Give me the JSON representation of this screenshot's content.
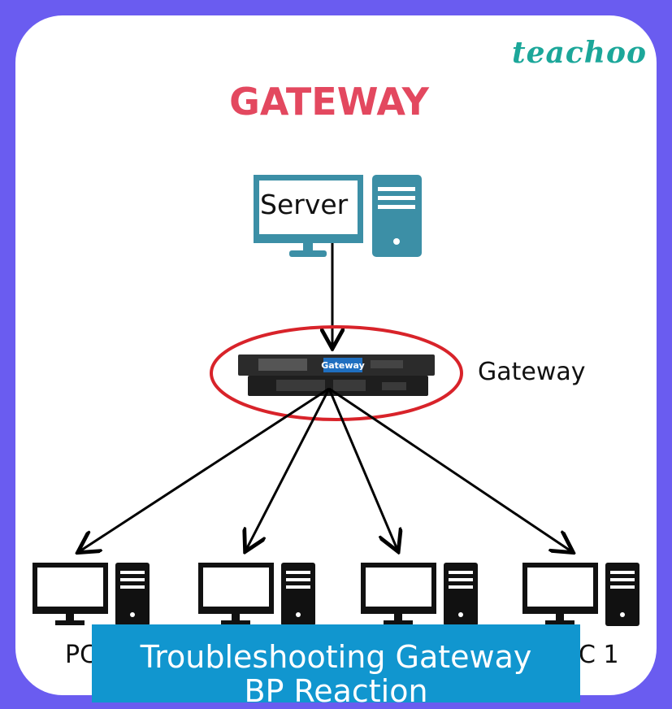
{
  "brand": "teachoo",
  "title": "GATEWAY",
  "server_label": "Server",
  "gateway_label": "Gateway",
  "device_label": "Gateway",
  "pc_left_label": "PC",
  "pc_right_label": "C 1",
  "banner": {
    "line1": "Troubleshooting Gateway",
    "line2": "BP Reaction"
  },
  "colors": {
    "frame": "#6a5cf0",
    "title": "#e3485f",
    "brand": "#1ca79a",
    "server": "#3c8fa6",
    "ellipse": "#d8232a",
    "banner": "#1196cf"
  },
  "icons": [
    "server-monitor-icon",
    "server-tower-icon",
    "gateway-device-icon",
    "pc-monitor-icon",
    "pc-tower-icon"
  ]
}
